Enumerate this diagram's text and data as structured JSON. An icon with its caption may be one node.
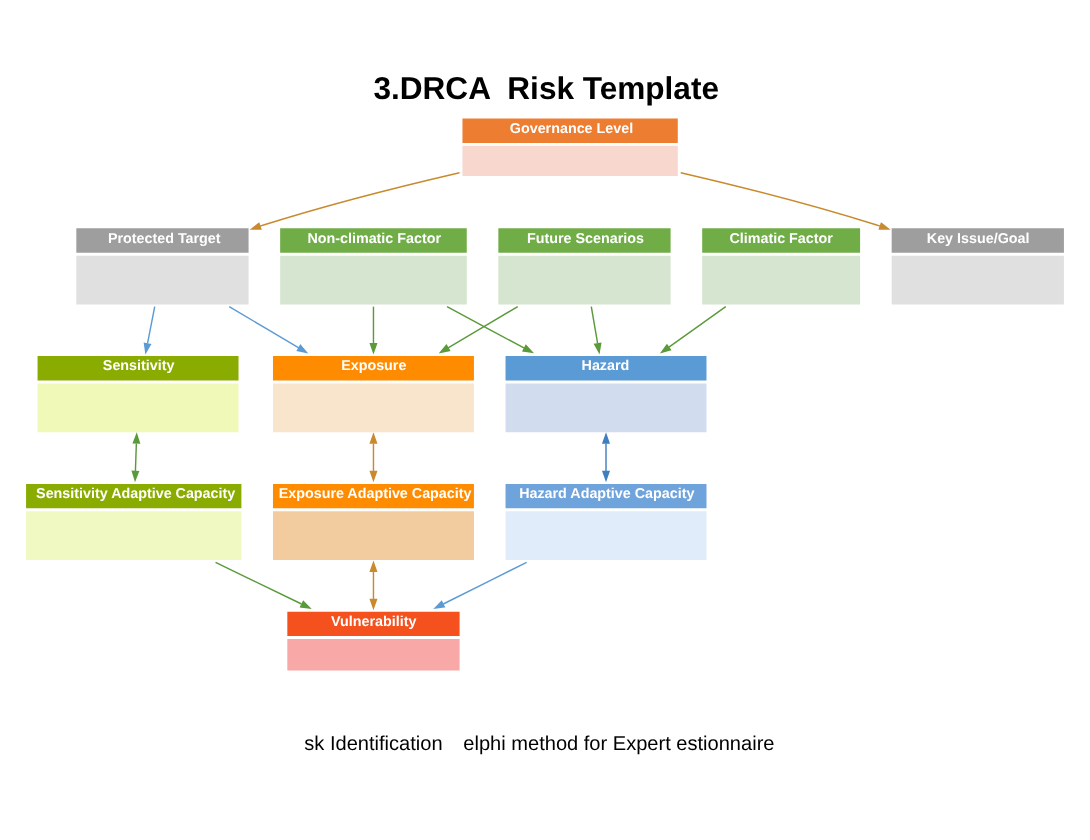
{
  "diagram": {
    "title": "3.DRCA  Risk Template",
    "nodes": [
      {
        "text": [
          "Governance Level"
        ]
      },
      {
        "text": [
          "Climatic Factor"
        ]
      },
      {
        "text": [
          "Non-climatic Factor"
        ]
      },
      {
        "text": [
          "Future Scenarios"
        ]
      },
      {
        "text": [
          "Key Issue/Goal"
        ]
      },
      {
        "text": [
          "Protected Target"
        ]
      },
      {
        "text": [
          "Hazard"
        ]
      },
      {
        "text": [
          "Exposure"
        ]
      },
      {
        "text": [
          "Sensitivity"
        ]
      },
      {
        "text": [
          "Hazard Adaptive Capacity"
        ]
      },
      {
        "text": [
          "Exposure Adaptive Capacity"
        ]
      },
      {
        "text": [
          "Sensitivity Adaptive Capacity"
        ]
      },
      {
        "text": [
          "Vulnerability"
        ]
      }
    ],
    "edges": [
      {
        "from": 0,
        "to": 4,
        "arrow": "to",
        "color": "#c98a2e"
      },
      {
        "from": 0,
        "to": 5,
        "arrow": "to",
        "color": "#c98a2e"
      },
      {
        "from": 1,
        "to": 6,
        "arrow": "to"
      },
      {
        "from": 2,
        "to": 6,
        "arrow": "to"
      },
      {
        "from": 2,
        "to": 7,
        "arrow": "to"
      },
      {
        "from": 3,
        "to": 7,
        "arrow": "to"
      },
      {
        "from": 3,
        "to": 6,
        "arrow": "to"
      },
      {
        "from": 5,
        "to": 7,
        "arrow": "to",
        "color": "#5b9bd5"
      },
      {
        "from": 5,
        "to": 8,
        "arrow": "to",
        "color": "#5b9bd5"
      },
      {
        "from": 6,
        "to": 9,
        "arrow": "both",
        "color": "#3f7fc0"
      },
      {
        "from": 7,
        "to": 10,
        "arrow": "both",
        "color": "#c98a2e"
      },
      {
        "from": 8,
        "to": 11,
        "arrow": "both"
      },
      {
        "from": 10,
        "to": 12,
        "arrow": "both",
        "color": "#c98a2e"
      },
      {
        "from": 9,
        "to": 12,
        "arrow": "to",
        "color": "#5b9bd5"
      },
      {
        "from": 11,
        "to": 12,
        "arrow": "to"
      }
    ],
    "labels": [
      "sk Identification",
      "elphi method for Expert estionnaire"
    ]
  }
}
